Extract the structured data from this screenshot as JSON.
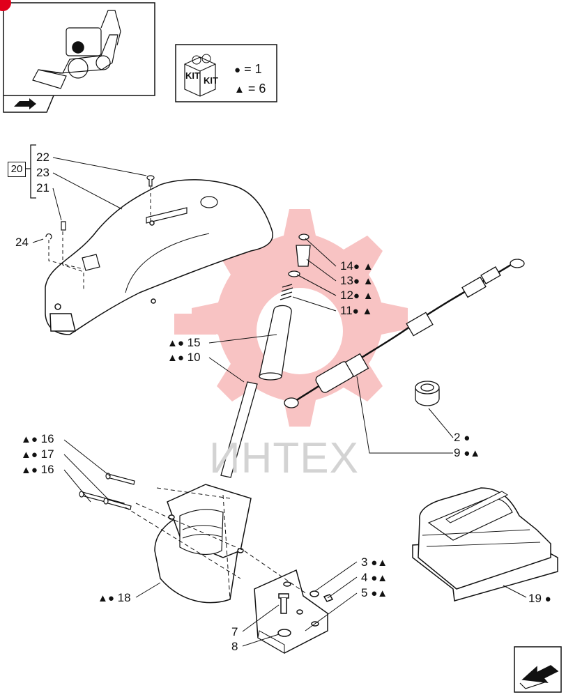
{
  "kit_legend": {
    "kit_label": "KIT",
    "circle_symbol": "●",
    "circle_text": "= 1",
    "triangle_symbol": "▲",
    "triangle_text": "= 6"
  },
  "watermark": "ИНТЕХ",
  "group_ref": "20",
  "labels": {
    "l22": "22",
    "l23": "23",
    "l21": "21",
    "l24": "24",
    "l14": "14",
    "l13": "13",
    "l12": "12",
    "l11": "11",
    "l15": "15",
    "l10": "10",
    "l2": "2",
    "l9": "9",
    "l16a": "16",
    "l17": "17",
    "l16b": "16",
    "l3": "3",
    "l4": "4",
    "l5": "5",
    "l7": "7",
    "l8": "8",
    "l18": "18",
    "l19": "19"
  },
  "markers": {
    "circle": "●",
    "triangle": "▲"
  },
  "colors": {
    "line": "#111111",
    "watermark": "#f2a5a5",
    "badge": "#e0001b"
  }
}
